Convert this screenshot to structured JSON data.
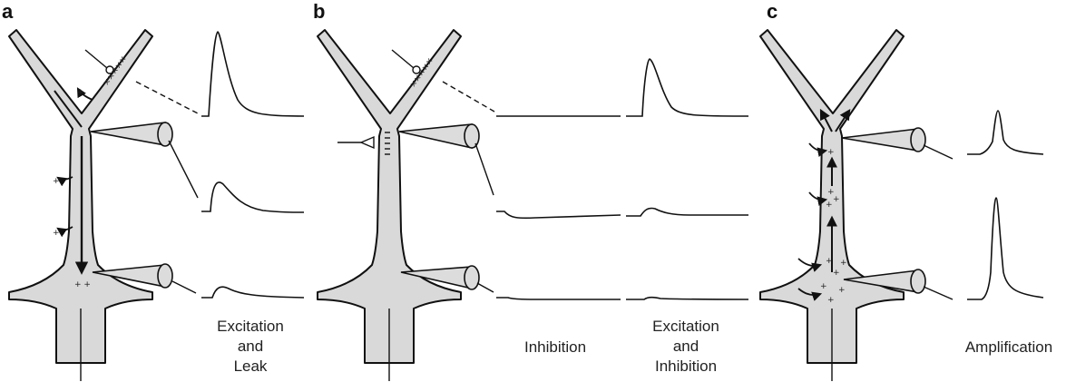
{
  "panels": {
    "a": {
      "letter": "a",
      "caption": [
        "Excitation",
        "and",
        "Leak"
      ],
      "signs": [
        "+",
        "+",
        "+",
        "×××××"
      ]
    },
    "b": {
      "letter": "b",
      "caption_left": [
        "Inhibition"
      ],
      "caption_right": [
        "Excitation",
        "and",
        "Inhibition"
      ],
      "signs": [
        "×××××"
      ]
    },
    "c": {
      "letter": "c",
      "caption": [
        "Amplification"
      ],
      "signs": [
        "+",
        "+",
        "+",
        "+",
        "+",
        "+",
        "+",
        "+",
        "+",
        "+"
      ]
    }
  }
}
